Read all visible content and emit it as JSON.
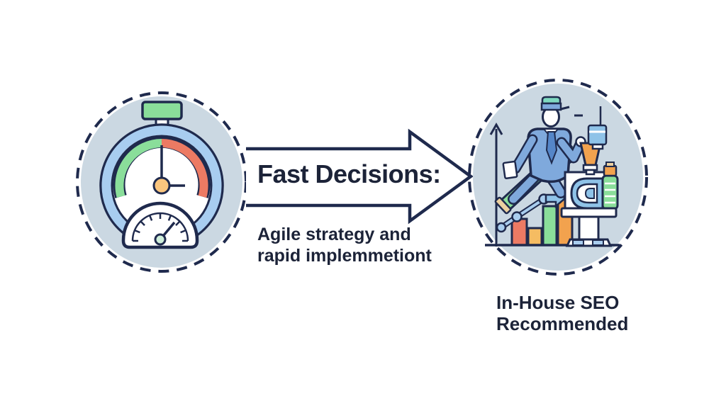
{
  "arrow": {
    "title": "Fast Decisions:",
    "subtitle": "Agile strategy and\nrapid implemmetiont"
  },
  "left_badge": {
    "icon": "stopwatch-speedometer-icon"
  },
  "right_badge": {
    "icon": "analyst-climbing-growth-chart-icon",
    "label": "In-House SEO\nRecommended"
  },
  "palette": {
    "navy": "#1f2a4d",
    "text": "#1c2338",
    "badge": "#cbd8e2",
    "ringblue": "#a8cdf0",
    "green": "#8ade9a",
    "red": "#ec7a63",
    "orange": "#f2a24e",
    "yellow": "#f5bc62",
    "peach": "#f9c57e",
    "manblue": "#7fa9dc",
    "tie": "#5586c8",
    "ltblue": "#a9cdee",
    "machblue": "#8fc3e8",
    "teal": "#7fd9c0",
    "tan": "#ecd0a0",
    "mint": "#cfeeda"
  }
}
